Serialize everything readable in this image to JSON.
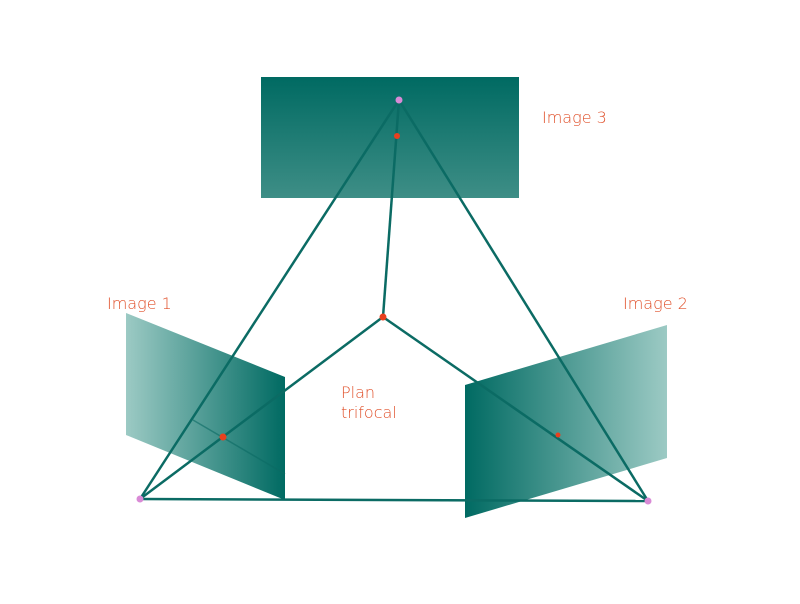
{
  "labels": {
    "image3": "Image 3",
    "image1": "Image 1",
    "image2": "Image 2",
    "plan_line1": "Plan",
    "plan_line2": "trifocal"
  },
  "colors": {
    "teal_dark": "#006a62",
    "teal_light": "#8cc2bc",
    "line": "#0b6b64",
    "label": "#e0502a",
    "camera_center": "#d98ad6",
    "point": "#e8401e"
  }
}
